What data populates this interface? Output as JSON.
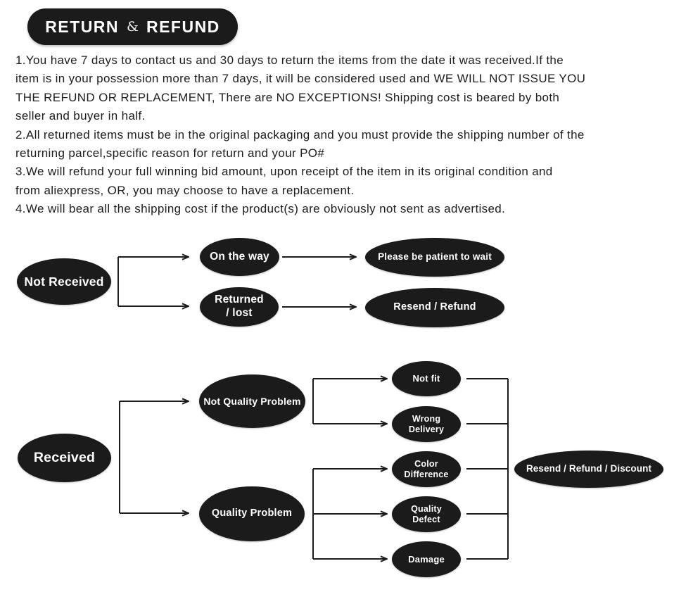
{
  "header": {
    "word1": "RETURN",
    "ampersand": "&",
    "word2": "REFUND",
    "badge_bg_color": "#1b1b1b",
    "badge_text_color": "#ffffff"
  },
  "policy": {
    "lines": [
      "1.You have 7 days to contact us and 30 days to return the items from the date it was received.If the",
      "item is in your possession more than 7 days, it will be considered used and WE WILL NOT ISSUE YOU",
      "THE REFUND OR REPLACEMENT, There are NO EXCEPTIONS! Shipping cost is beared by both",
      "seller and buyer in half.",
      "2.All returned items must be in the original packaging and you must provide the shipping number of the",
      "returning parcel,specific reason for return and your PO#",
      "3.We will refund your full winning bid amount, upon receipt of the item in its original condition and",
      "from aliexpress, OR, you may choose to have a replacement.",
      "4.We will bear all the shipping cost if the product(s) are obviously not sent as advertised."
    ]
  },
  "flowchart": {
    "node_color": "#1b1b1b",
    "node_text_color": "#ffffff",
    "line_color": "#1c1c1c",
    "nodes": {
      "not_received": {
        "label": "Not Received"
      },
      "on_the_way": {
        "label": "On the way"
      },
      "returned_lost": {
        "label": "Returned\n/ lost"
      },
      "please_wait": {
        "label": "Please be patient to wait"
      },
      "resend_refund": {
        "label": "Resend / Refund"
      },
      "received": {
        "label": "Received"
      },
      "not_quality_problem": {
        "label": "Not Quality Problem"
      },
      "quality_problem": {
        "label": "Quality Problem"
      },
      "not_fit": {
        "label": "Not fit"
      },
      "wrong_delivery": {
        "label": "Wrong\nDelivery"
      },
      "color_difference": {
        "label": "Color\nDifference"
      },
      "quality_defect": {
        "label": "Quality\nDefect"
      },
      "damage": {
        "label": "Damage"
      },
      "resend_refund_discount": {
        "label": "Resend / Refund / Discount"
      }
    }
  }
}
